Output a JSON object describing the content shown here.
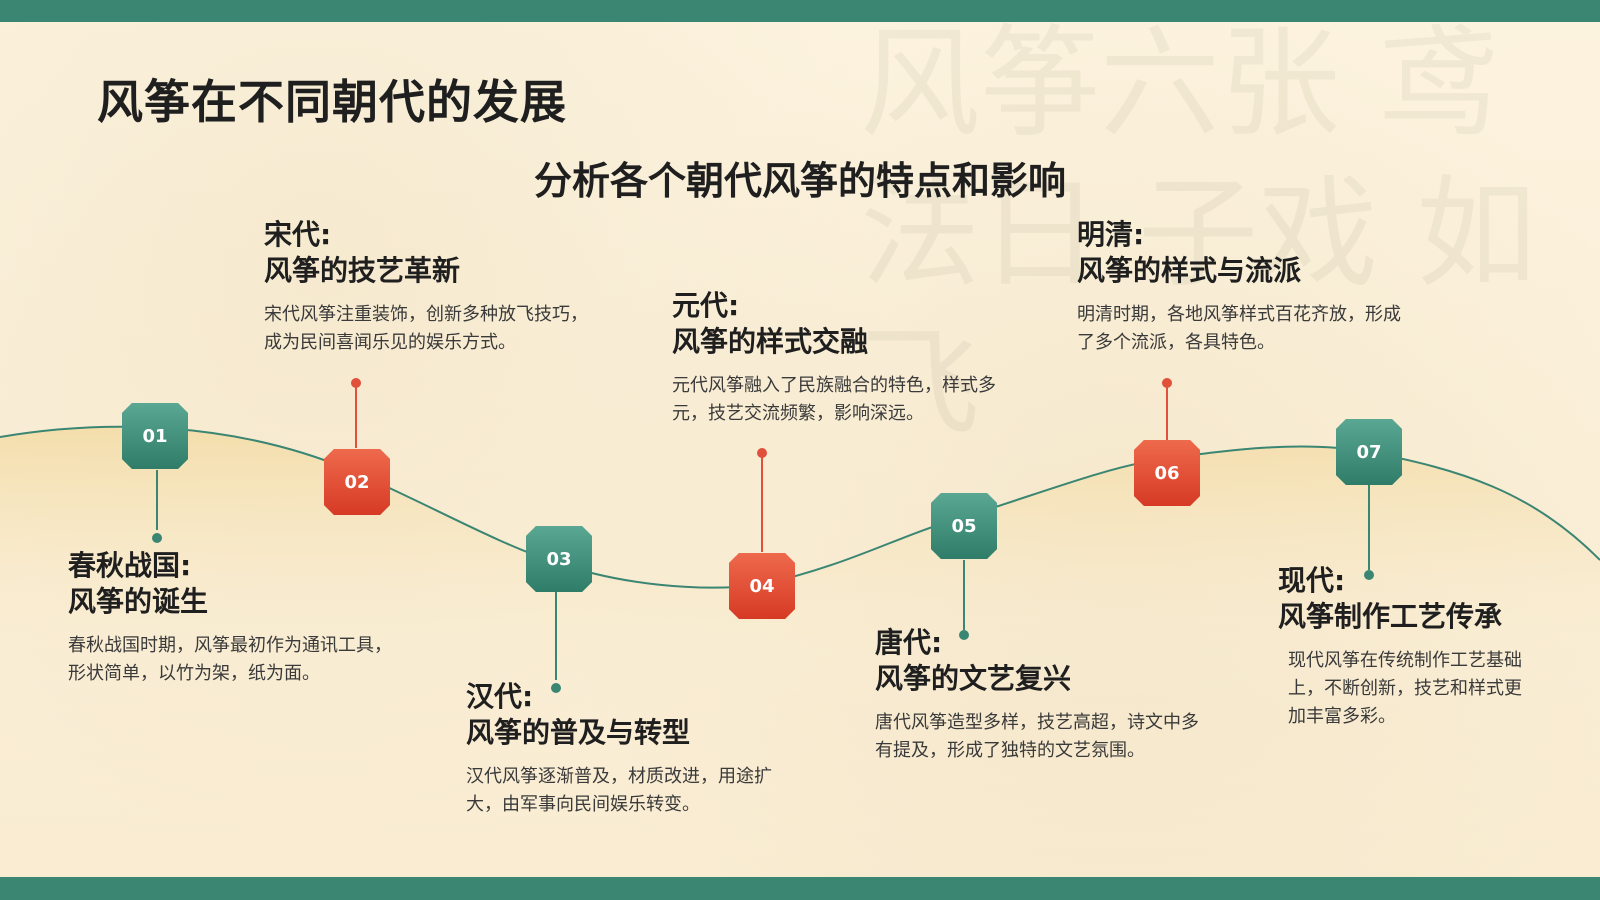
{
  "title": "风筝在不同朝代的发展",
  "subtitle": "分析各个朝代风筝的特点和影响",
  "colors": {
    "accent_green": "#3a8673",
    "accent_red": "#e0503a",
    "background": "#fbf1dc"
  },
  "timeline": [
    {
      "num": "01",
      "era": "春秋战国:",
      "headline": "风筝的诞生",
      "desc": "春秋战国时期，风筝最初作为通讯工具，形状简单，以竹为架，纸为面。"
    },
    {
      "num": "02",
      "era": "宋代:",
      "headline": "风筝的技艺革新",
      "desc": "宋代风筝注重装饰，创新多种放飞技巧，成为民间喜闻乐见的娱乐方式。"
    },
    {
      "num": "03",
      "era": "汉代:",
      "headline": "风筝的普及与转型",
      "desc": "汉代风筝逐渐普及，材质改进，用途扩大，由军事向民间娱乐转变。"
    },
    {
      "num": "04",
      "era": "元代:",
      "headline": "风筝的样式交融",
      "desc": "元代风筝融入了民族融合的特色，样式多元，技艺交流频繁，影响深远。"
    },
    {
      "num": "05",
      "era": "唐代:",
      "headline": "风筝的文艺复兴",
      "desc": "唐代风筝造型多样，技艺高超，诗文中多有提及，形成了独特的文艺氛围。"
    },
    {
      "num": "06",
      "era": "明清:",
      "headline": "风筝的样式与流派",
      "desc": "明清时期，各地风筝样式百花齐放，形成了多个流派，各具特色。"
    },
    {
      "num": "07",
      "era": "现代:",
      "headline": "风筝制作工艺传承",
      "desc": "现代风筝在传统制作工艺基础上，不断创新，技艺和样式更加丰富多彩。"
    }
  ]
}
